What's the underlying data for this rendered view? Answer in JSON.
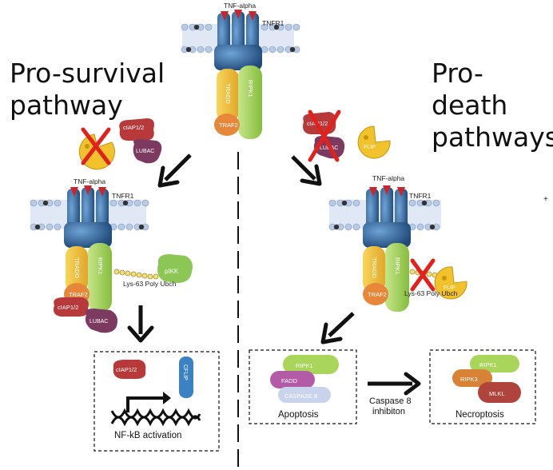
{
  "headings": {
    "pro_survival": [
      "Pro-survival",
      "pathway"
    ],
    "pro_death": [
      "Pro-death",
      "pathways"
    ]
  },
  "labels": {
    "tnf_alpha": "TNF-alpha",
    "tnfr1": "TNFR1",
    "tradd": "TRADD",
    "ripk1": "RIPK1",
    "traf2": "TRAF2",
    "ciap": "cIAP1/2",
    "lubac": "LUBAC",
    "flip": "FLIP",
    "pikk": "pIKK",
    "lys63": "Lys-63 Poly Ubch",
    "cflip": "CFLIP",
    "nfkb_activation": "NF-kB activation",
    "fadd": "FADD",
    "caspase8": "CASPASE 8",
    "ripk3": "RIPK3",
    "mlkl": "MLKL",
    "apoptosis": "Apoptosis",
    "necroptosis": "Necroptosis",
    "caspase_inhib_1": "Caspase 8",
    "caspase_inhib_2": "inhibiton"
  },
  "colors": {
    "receptor": "#2f6aa3",
    "receptor_dark": "#1f4a7a",
    "ligand": "#c8262a",
    "membrane_head": "#b8cbe6",
    "tradd": "#f3c63c",
    "ripk1": "#a9d55a",
    "traf2": "#e6873a",
    "ciap": "#b8393a",
    "lubac": "#7d3a60",
    "flip": "#f2c22c",
    "pikk": "#8cc654",
    "cflip": "#3a82c4",
    "fadd": "#b45ba8",
    "caspase8": "#c9d3ec",
    "ripk3": "#d88235",
    "mlkl": "#b0443d",
    "cross": "#e3211c",
    "ubiquitin": "#f4e07a"
  }
}
